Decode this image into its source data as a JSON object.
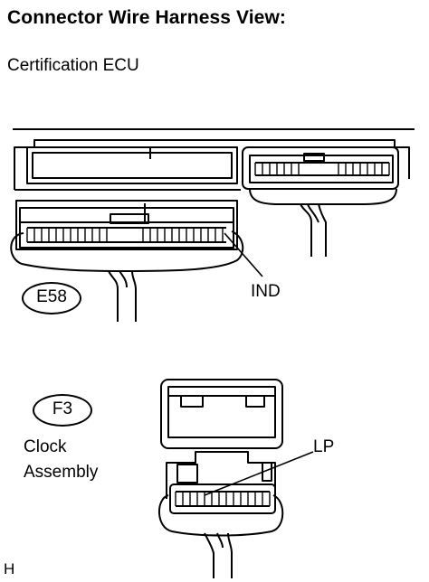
{
  "header": {
    "title": "Connector Wire Harness View:",
    "subtitle": "Certification ECU"
  },
  "ecu": {
    "connector_code": "E58",
    "terminal_label": "IND"
  },
  "clock": {
    "connector_code": "F3",
    "name_line1": "Clock",
    "name_line2": "Assembly",
    "terminal_label": "LP"
  },
  "footer": {
    "sheet_mark": "H"
  }
}
